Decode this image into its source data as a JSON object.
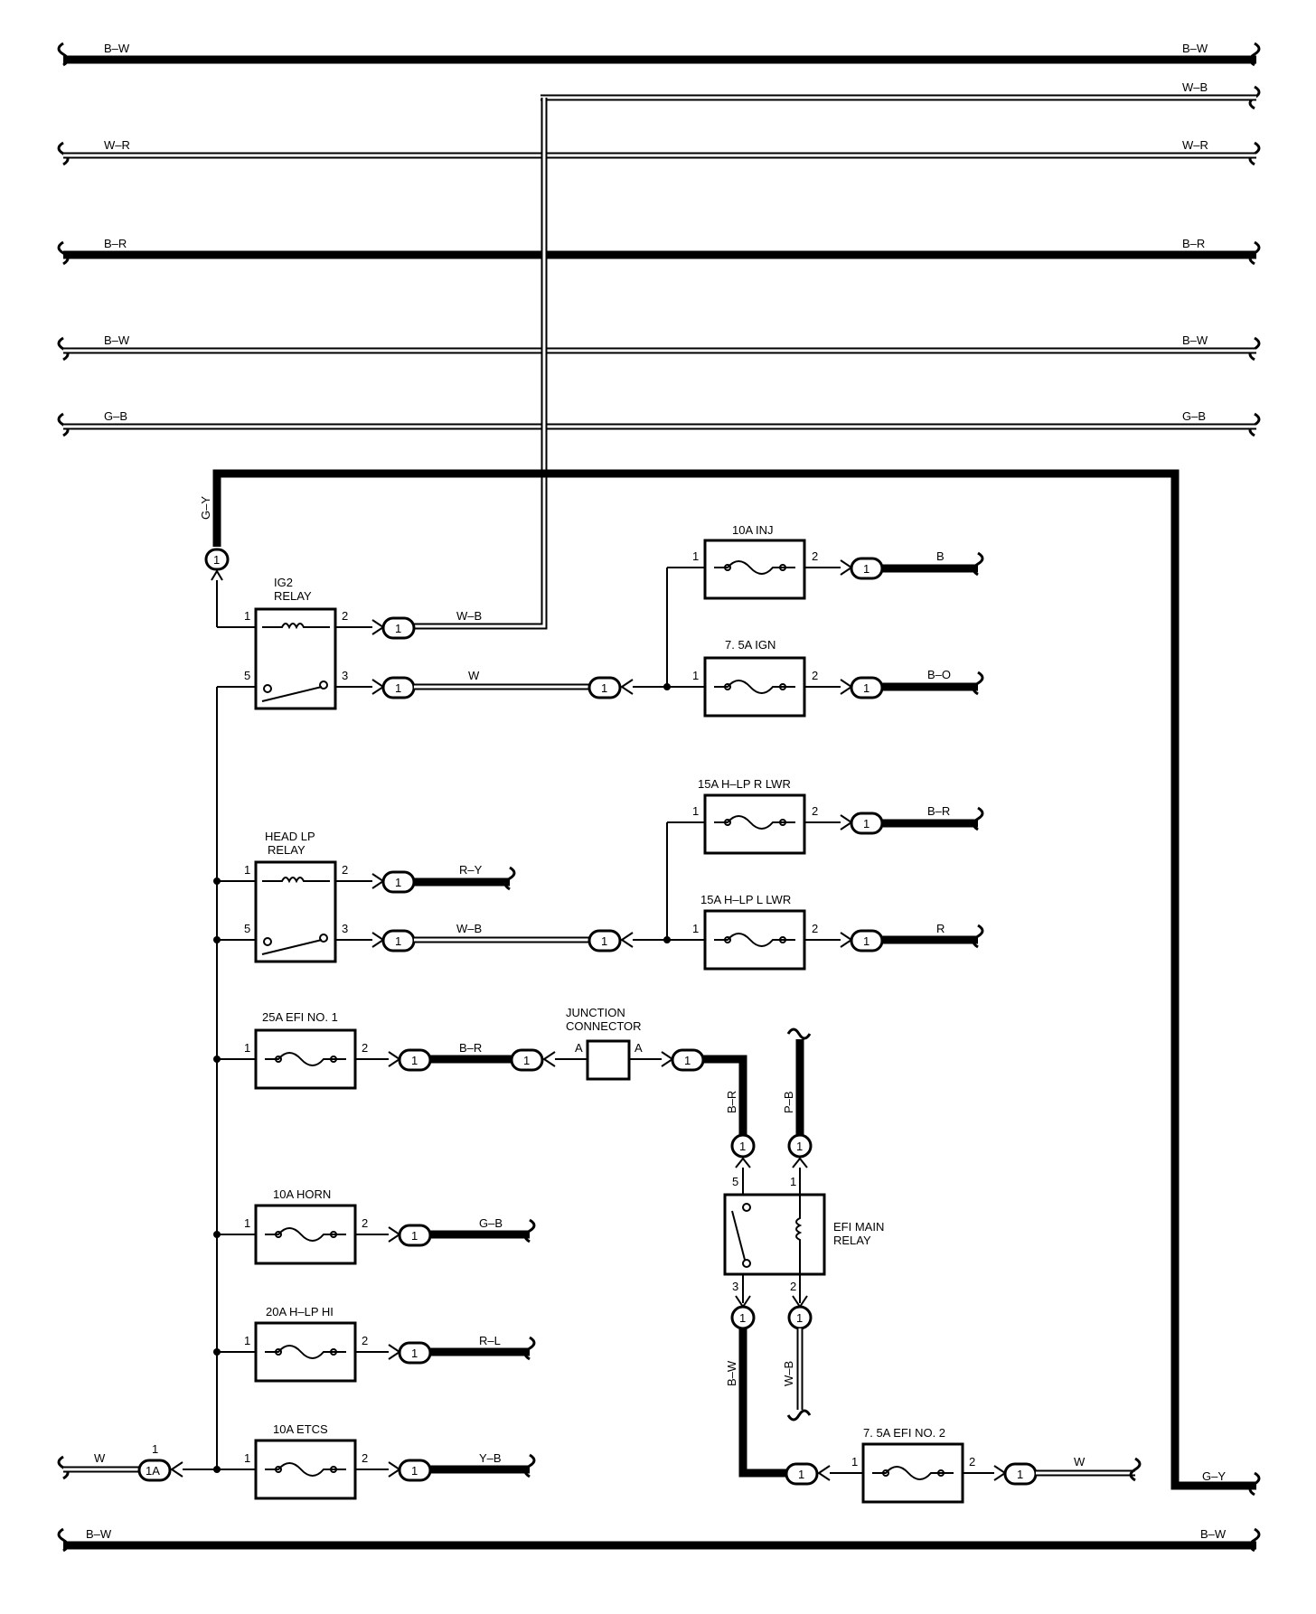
{
  "buses": [
    {
      "label_left": "B–W",
      "label_right": "B–W",
      "style": "thick"
    },
    {
      "label_left": "",
      "label_right": "W–B",
      "style": "double"
    },
    {
      "label_left": "W–R",
      "label_right": "W–R",
      "style": "double"
    },
    {
      "label_left": "B–R",
      "label_right": "B–R",
      "style": "thick"
    },
    {
      "label_left": "B–W",
      "label_right": "B–W",
      "style": "double"
    },
    {
      "label_left": "G–B",
      "label_right": "G–B",
      "style": "double"
    },
    {
      "label_left": "B–W",
      "label_right": "B–W",
      "style": "thick"
    }
  ],
  "relays": {
    "ig2": {
      "name_line1": "IG2",
      "name_line2": "RELAY",
      "pin1": "1",
      "pin2": "2",
      "pin3": "3",
      "pin5": "5"
    },
    "headlp": {
      "name_line1": "HEAD LP",
      "name_line2": "RELAY",
      "pin1": "1",
      "pin2": "2",
      "pin3": "3",
      "pin5": "5"
    },
    "efimain": {
      "name_line1": "EFI MAIN",
      "name_line2": "RELAY",
      "pin1": "1",
      "pin2": "2",
      "pin3": "3",
      "pin5": "5"
    }
  },
  "fuses": {
    "inj": {
      "name": "10A INJ",
      "pin_in": "1",
      "pin_out": "2",
      "wire": "B"
    },
    "ign": {
      "name": "7. 5A IGN",
      "pin_in": "1",
      "pin_out": "2",
      "wire": "B–O"
    },
    "hlp_r_lwr": {
      "name": "15A H–LP R LWR",
      "pin_in": "1",
      "pin_out": "2",
      "wire": "B–R"
    },
    "hlp_l_lwr": {
      "name": "15A H–LP L LWR",
      "pin_in": "1",
      "pin_out": "2",
      "wire": "R"
    },
    "efi1": {
      "name": "25A EFI NO. 1",
      "pin_in": "1",
      "pin_out": "2",
      "wire": "B–R"
    },
    "horn": {
      "name": "10A HORN",
      "pin_in": "1",
      "pin_out": "2",
      "wire": "G–B"
    },
    "hlp_hi": {
      "name": "20A H–LP HI",
      "pin_in": "1",
      "pin_out": "2",
      "wire": "R–L"
    },
    "etcs": {
      "name": "10A ETCS",
      "pin_in": "1",
      "pin_out": "2",
      "wire": "Y–B"
    },
    "efi2": {
      "name": "7. 5A EFI NO. 2",
      "pin_in": "1",
      "pin_out": "2",
      "wire": "W"
    }
  },
  "junction": {
    "line1": "JUNCTION",
    "line2": "CONNECTOR",
    "pin_left": "A",
    "pin_right": "A"
  },
  "connector_pin": "1",
  "input_connector": {
    "label": "1A",
    "pin": "1",
    "wire": "W"
  },
  "wires": {
    "gy_left": "G–Y",
    "gy_right": "G–Y",
    "ig2_out": "W–B",
    "ig2_w": "W",
    "headlp_out": "R–Y",
    "headlp_wb": "W–B",
    "efi_br": "B–R",
    "efi_pb": "P–B",
    "efi_bw": "B–W",
    "efi_wb": "W–B"
  }
}
